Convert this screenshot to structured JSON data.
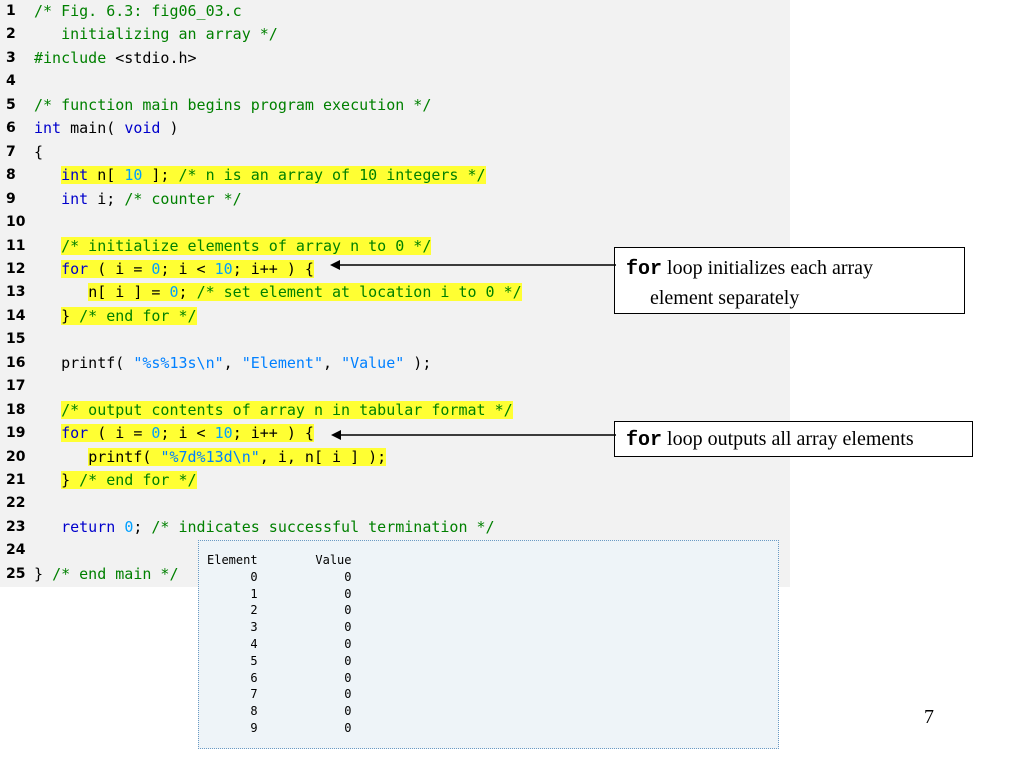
{
  "code_lines": [
    {
      "num": "1",
      "segments": [
        {
          "t": "/* Fig. 6.3: fig06_03.c",
          "c": "cm",
          "h": false
        }
      ]
    },
    {
      "num": "2",
      "segments": [
        {
          "t": "   initializing an array */",
          "c": "cm",
          "h": false
        }
      ]
    },
    {
      "num": "3",
      "segments": [
        {
          "t": "#include",
          "c": "cm",
          "h": false
        },
        {
          "t": " <stdio.h>",
          "c": "",
          "h": false
        }
      ]
    },
    {
      "num": "4",
      "segments": []
    },
    {
      "num": "5",
      "segments": [
        {
          "t": "/* function main begins program execution */",
          "c": "cm",
          "h": false
        }
      ]
    },
    {
      "num": "6",
      "segments": [
        {
          "t": "int",
          "c": "kw",
          "h": false
        },
        {
          "t": " main( ",
          "c": "",
          "h": false
        },
        {
          "t": "void",
          "c": "kw",
          "h": false
        },
        {
          "t": " )",
          "c": "",
          "h": false
        }
      ]
    },
    {
      "num": "7",
      "segments": [
        {
          "t": "{",
          "c": "",
          "h": false
        }
      ]
    },
    {
      "num": "8",
      "segments": [
        {
          "t": "   ",
          "c": "",
          "h": false
        },
        {
          "t": "int",
          "c": "kw",
          "h": true
        },
        {
          "t": " n[ ",
          "c": "",
          "h": true
        },
        {
          "t": "10",
          "c": "num",
          "h": true
        },
        {
          "t": " ]; ",
          "c": "",
          "h": true
        },
        {
          "t": "/* n is an array of 10 integers */",
          "c": "cm",
          "h": true
        }
      ]
    },
    {
      "num": "9",
      "segments": [
        {
          "t": "   ",
          "c": "",
          "h": false
        },
        {
          "t": "int",
          "c": "kw",
          "h": false
        },
        {
          "t": " i; ",
          "c": "",
          "h": false
        },
        {
          "t": "/* counter */",
          "c": "cm",
          "h": false
        }
      ]
    },
    {
      "num": "10",
      "segments": []
    },
    {
      "num": "11",
      "segments": [
        {
          "t": "   ",
          "c": "",
          "h": false
        },
        {
          "t": "/* initialize elements of array n to 0 */",
          "c": "cm",
          "h": true
        }
      ]
    },
    {
      "num": "12",
      "segments": [
        {
          "t": "   ",
          "c": "",
          "h": false
        },
        {
          "t": "for",
          "c": "kw",
          "h": true
        },
        {
          "t": " ( i = ",
          "c": "",
          "h": true
        },
        {
          "t": "0",
          "c": "num",
          "h": true
        },
        {
          "t": "; i < ",
          "c": "",
          "h": true
        },
        {
          "t": "10",
          "c": "num",
          "h": true
        },
        {
          "t": "; i++ ) {",
          "c": "",
          "h": true
        }
      ]
    },
    {
      "num": "13",
      "segments": [
        {
          "t": "      ",
          "c": "",
          "h": false
        },
        {
          "t": "n[ i ] = ",
          "c": "",
          "h": true
        },
        {
          "t": "0",
          "c": "num",
          "h": true
        },
        {
          "t": "; ",
          "c": "",
          "h": true
        },
        {
          "t": "/* set element at location i to 0 */",
          "c": "cm",
          "h": true
        }
      ]
    },
    {
      "num": "14",
      "segments": [
        {
          "t": "   ",
          "c": "",
          "h": false
        },
        {
          "t": "} ",
          "c": "",
          "h": true
        },
        {
          "t": "/* end for */",
          "c": "cm",
          "h": true
        }
      ]
    },
    {
      "num": "15",
      "segments": []
    },
    {
      "num": "16",
      "segments": [
        {
          "t": "   printf( ",
          "c": "",
          "h": false
        },
        {
          "t": "\"%s%13s\\n\"",
          "c": "str",
          "h": false
        },
        {
          "t": ", ",
          "c": "",
          "h": false
        },
        {
          "t": "\"Element\"",
          "c": "str",
          "h": false
        },
        {
          "t": ", ",
          "c": "",
          "h": false
        },
        {
          "t": "\"Value\"",
          "c": "str",
          "h": false
        },
        {
          "t": " );",
          "c": "",
          "h": false
        }
      ]
    },
    {
      "num": "17",
      "segments": []
    },
    {
      "num": "18",
      "segments": [
        {
          "t": "   ",
          "c": "",
          "h": false
        },
        {
          "t": "/* output contents of array n in tabular format */",
          "c": "cm",
          "h": true
        }
      ]
    },
    {
      "num": "19",
      "segments": [
        {
          "t": "   ",
          "c": "",
          "h": false
        },
        {
          "t": "for",
          "c": "kw",
          "h": true
        },
        {
          "t": " ( i = ",
          "c": "",
          "h": true
        },
        {
          "t": "0",
          "c": "num",
          "h": true
        },
        {
          "t": "; i < ",
          "c": "",
          "h": true
        },
        {
          "t": "10",
          "c": "num",
          "h": true
        },
        {
          "t": "; i++ ) {",
          "c": "",
          "h": true
        }
      ]
    },
    {
      "num": "20",
      "segments": [
        {
          "t": "      ",
          "c": "",
          "h": false
        },
        {
          "t": "printf( ",
          "c": "",
          "h": true
        },
        {
          "t": "\"%7d%13d\\n\"",
          "c": "str",
          "h": true
        },
        {
          "t": ", i, n[ i ] );",
          "c": "",
          "h": true
        }
      ]
    },
    {
      "num": "21",
      "segments": [
        {
          "t": "   ",
          "c": "",
          "h": false
        },
        {
          "t": "} ",
          "c": "",
          "h": true
        },
        {
          "t": "/* end for */",
          "c": "cm",
          "h": true
        }
      ]
    },
    {
      "num": "22",
      "segments": []
    },
    {
      "num": "23",
      "segments": [
        {
          "t": "   ",
          "c": "",
          "h": false
        },
        {
          "t": "return",
          "c": "kw",
          "h": false
        },
        {
          "t": " ",
          "c": "",
          "h": false
        },
        {
          "t": "0",
          "c": "num",
          "h": false
        },
        {
          "t": "; ",
          "c": "",
          "h": false
        },
        {
          "t": "/* indicates successful termination */",
          "c": "cm",
          "h": false
        }
      ]
    },
    {
      "num": "24",
      "segments": []
    },
    {
      "num": "25",
      "segments": [
        {
          "t": "} ",
          "c": "",
          "h": false
        },
        {
          "t": "/* end main */",
          "c": "cm",
          "h": false
        }
      ]
    }
  ],
  "callouts": [
    {
      "keyword": "for",
      "line1": " loop initializes each array",
      "line2": "element separately"
    },
    {
      "keyword": "for",
      "line1": " loop outputs all array elements"
    }
  ],
  "output": {
    "lines": [
      "Element        Value",
      "      0            0",
      "      1            0",
      "      2            0",
      "      3            0",
      "      4            0",
      "      5            0",
      "      6            0",
      "      7            0",
      "      8            0",
      "      9            0"
    ]
  },
  "page_number": "7",
  "colors": {
    "comment": "#008000",
    "keyword": "#0000cc",
    "number": "#00a0ff",
    "string": "#0080ff",
    "highlight": "#ffff33",
    "code_background": "#f2f2f2",
    "output_background": "#eef4f8"
  }
}
